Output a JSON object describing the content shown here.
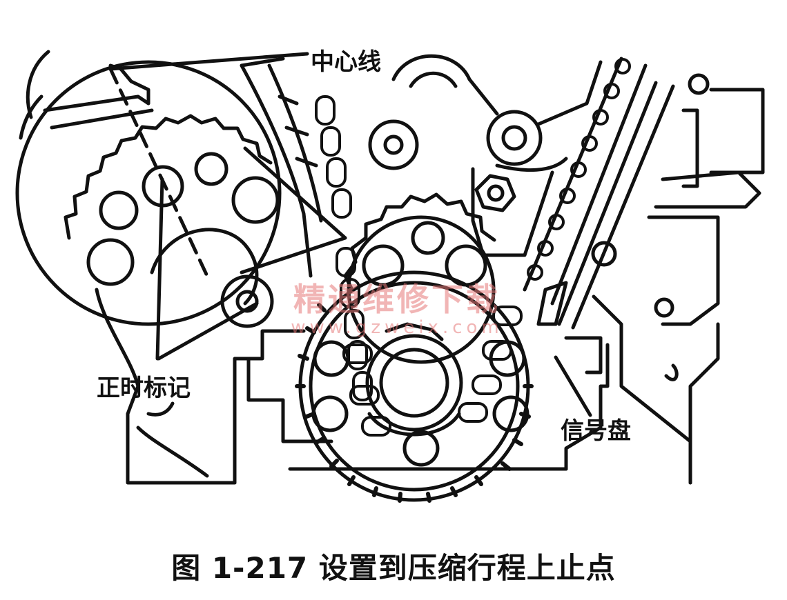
{
  "labels": {
    "center_line": "中心线",
    "timing_mark": "正时标记",
    "signal_plate": "信号盘"
  },
  "caption": "图 1-217   设置到压缩行程上止点",
  "watermark": {
    "name": "精通维修下载",
    "url": "www.gzweix.com"
  },
  "colors": {
    "line": "#111111",
    "watermark": "#e67878"
  }
}
